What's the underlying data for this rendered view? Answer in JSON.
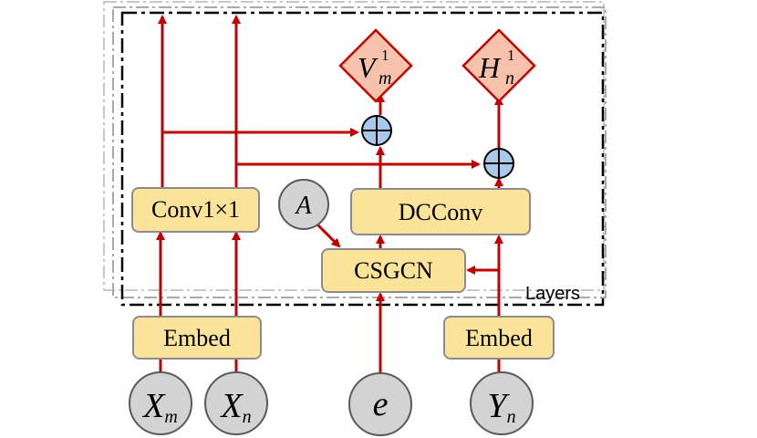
{
  "diagram": {
    "boxes": {
      "conv": "Conv1×1",
      "dcconv": "DCConv",
      "csgcn": "CSGCN",
      "embed_left": "Embed",
      "embed_right": "Embed"
    },
    "inputs": {
      "xm": {
        "base": "X",
        "sub": "m"
      },
      "xn": {
        "base": "X",
        "sub": "n"
      },
      "e": {
        "base": "e"
      },
      "yn": {
        "base": "Y",
        "sub": "n"
      },
      "a": {
        "base": "A"
      }
    },
    "outputs": {
      "v": {
        "base": "V",
        "sub": "m",
        "sup": "1"
      },
      "h": {
        "base": "H",
        "sub": "n",
        "sup": "1"
      }
    },
    "operators": {
      "plus_left": "⊕",
      "plus_right": "⊕"
    },
    "layers_label": "Layers",
    "colors": {
      "arrow": "#c00000",
      "box_fill": "#fce39a",
      "box_stroke": "#8c8c8c",
      "circle_fill": "#d3d3d3",
      "diamond_fill": "#f7c2ab",
      "diamond_stroke": "#c00000",
      "plus_fill": "#a9c9ec"
    }
  }
}
